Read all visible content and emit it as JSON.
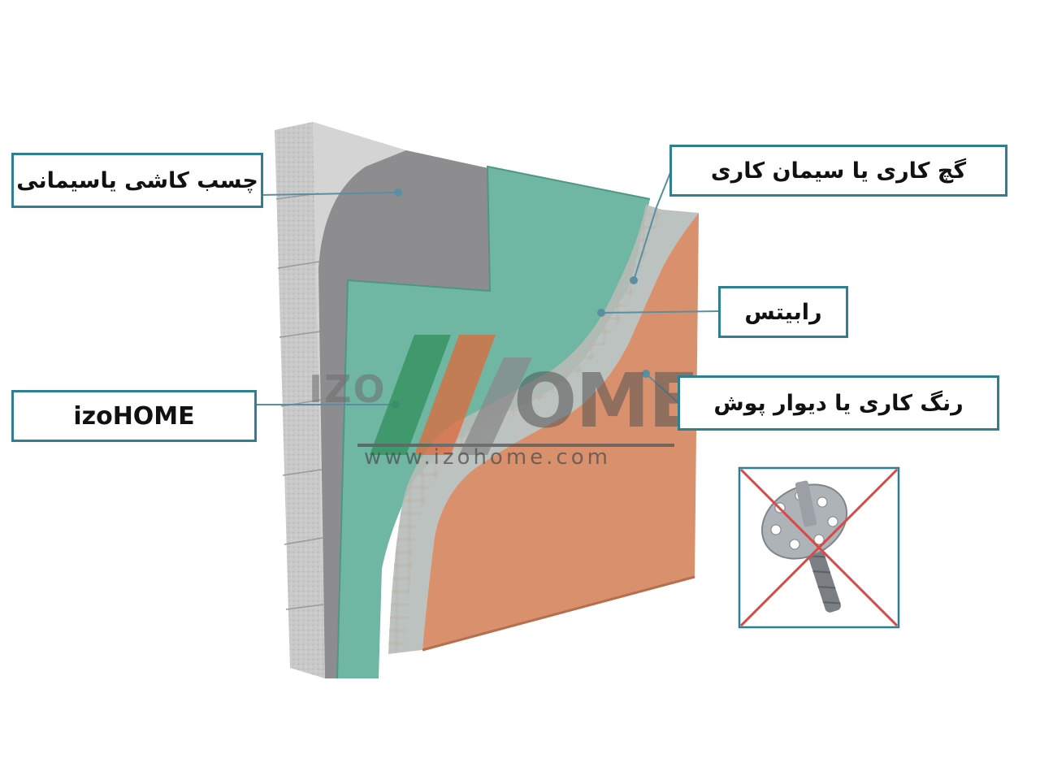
{
  "labels": {
    "adhesive": "چسب کاشی یاسیمانی",
    "plaster": "گچ کاری یا سیمان کاری",
    "mesh": "رابیتس",
    "paint": "رنگ کاری یا دیوار پوش",
    "insulation": "izoHOME"
  },
  "watermark": {
    "left": "IZO",
    "right": "OME",
    "url": "www.izohome.com"
  },
  "colors": {
    "callout_border": "#2f7f92",
    "leader": "#5a8fa3",
    "insulation_board": "#6fb7a3",
    "paint_layer": "#d9906c",
    "mesh": "#ef8a3a",
    "strike": "#d64a4a"
  },
  "icons": {
    "prohibited": "crossed-out-insulation-anchor-icon"
  }
}
